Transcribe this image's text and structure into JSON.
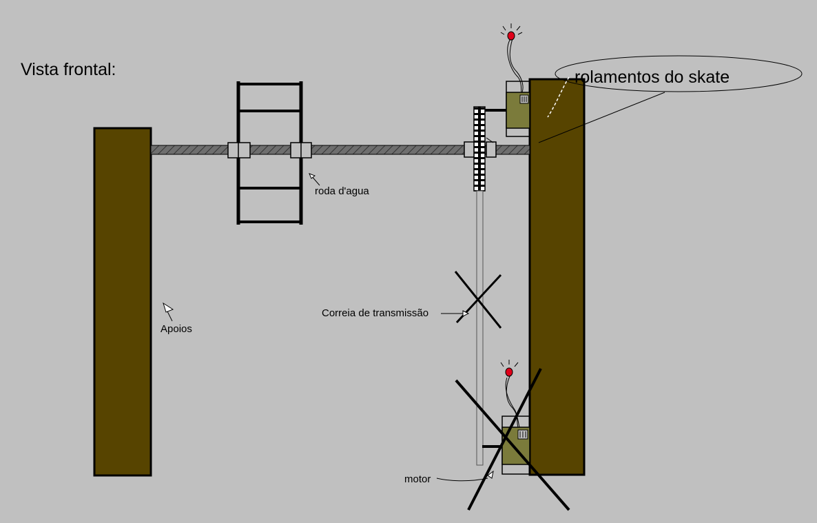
{
  "title": "Vista frontal:",
  "labels": {
    "bearings": "rolamentos do skate",
    "water_wheel": "roda d'agua",
    "supports": "Apoios",
    "belt": "Correia de transmissão",
    "motor": "motor"
  },
  "colors": {
    "background": "#c0c0c0",
    "wood": "#574400",
    "motor_body": "#7b7b3b",
    "shaft": "#6e6e6e",
    "led": "#e0001a",
    "ink": "#000000"
  }
}
